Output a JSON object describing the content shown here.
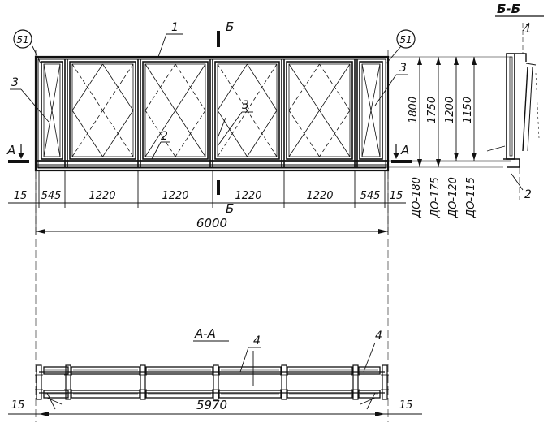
{
  "elevation": {
    "dims_bottom": [
      "15",
      "545",
      "1220",
      "1220",
      "1220",
      "1220",
      "545",
      "15"
    ],
    "overall_width": "6000",
    "heights": [
      "1800",
      "1750",
      "1200",
      "1150"
    ],
    "height_tolerances": [
      "ДО-180",
      "ДО-175",
      "ДО-120",
      "ДО-115"
    ],
    "callouts": [
      "1",
      "2",
      "3",
      "3",
      "3"
    ],
    "node_markers": [
      "51",
      "51"
    ],
    "section_marks": [
      "Б",
      "Б",
      "А",
      "А"
    ]
  },
  "side_section": {
    "title": "Б-Б",
    "callouts": [
      "1",
      "2"
    ]
  },
  "plan_section": {
    "title": "А-А",
    "callouts": [
      "4",
      "4"
    ],
    "overall_width": "5970",
    "edge_dims": [
      "15",
      "15"
    ]
  }
}
